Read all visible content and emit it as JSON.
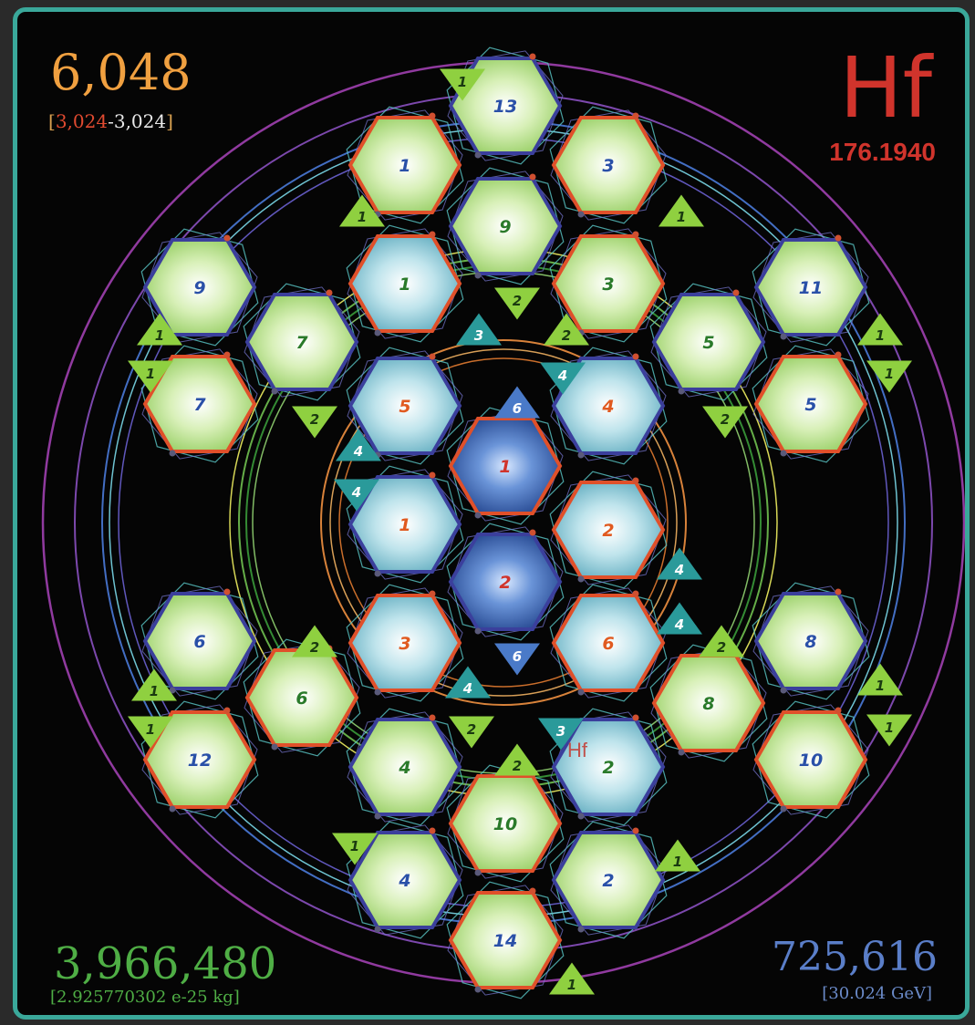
{
  "header": {
    "total_count": "6,048",
    "split_left": "3,024",
    "split_sep": "-",
    "split_right": "3,024",
    "split_open": "[",
    "split_close": "]",
    "element_symbol": "Hf",
    "atomic_mass": "176.1940"
  },
  "footer": {
    "left_count": "3,966,480",
    "left_mass": "[2.925770302 e-25 kg]",
    "right_count": "725,616",
    "right_energy": "[30.024 GeV]"
  },
  "center_tag": "Hf",
  "colors": {
    "frame": "#3aa89a",
    "background": "#050505",
    "green_cell": "#9fd36a",
    "cyan_cell": "#6fb8c8",
    "blue_cell": "#2e5ea8",
    "red_outline": "#e0502a",
    "purple_outline": "#3b3f9c",
    "label_blue": "#2a50a8",
    "label_green": "#2a7a2a",
    "label_red": "#d0342c",
    "label_orange": "#e05a20"
  },
  "hexagons": [
    {
      "label": "13",
      "fill": "green",
      "outline": "purple",
      "text": "blue"
    },
    {
      "label": "1",
      "fill": "green",
      "outline": "red",
      "text": "blue"
    },
    {
      "label": "3",
      "fill": "green",
      "outline": "red",
      "text": "blue"
    },
    {
      "label": "9",
      "fill": "green",
      "outline": "purple",
      "text": "green"
    },
    {
      "label": "9",
      "fill": "green",
      "outline": "purple",
      "text": "blue"
    },
    {
      "label": "1",
      "fill": "cyan",
      "outline": "red",
      "text": "green"
    },
    {
      "label": "3",
      "fill": "green",
      "outline": "red",
      "text": "green"
    },
    {
      "label": "11",
      "fill": "green",
      "outline": "purple",
      "text": "blue"
    },
    {
      "label": "7",
      "fill": "green",
      "outline": "purple",
      "text": "green"
    },
    {
      "label": "5",
      "fill": "green",
      "outline": "purple",
      "text": "green"
    },
    {
      "label": "7",
      "fill": "green",
      "outline": "red",
      "text": "blue"
    },
    {
      "label": "5",
      "fill": "cyan",
      "outline": "purple",
      "text": "orange"
    },
    {
      "label": "4",
      "fill": "cyan",
      "outline": "purple",
      "text": "orange"
    },
    {
      "label": "5",
      "fill": "green",
      "outline": "red",
      "text": "blue"
    },
    {
      "label": "1",
      "fill": "blue",
      "outline": "red",
      "text": "red"
    },
    {
      "label": "1",
      "fill": "cyan",
      "outline": "purple",
      "text": "orange"
    },
    {
      "label": "2",
      "fill": "cyan",
      "outline": "red",
      "text": "orange"
    },
    {
      "label": "2",
      "fill": "blue",
      "outline": "purple",
      "text": "red"
    },
    {
      "label": "6",
      "fill": "green",
      "outline": "purple",
      "text": "blue"
    },
    {
      "label": "3",
      "fill": "cyan",
      "outline": "red",
      "text": "orange"
    },
    {
      "label": "6",
      "fill": "cyan",
      "outline": "red",
      "text": "orange"
    },
    {
      "label": "8",
      "fill": "green",
      "outline": "purple",
      "text": "blue"
    },
    {
      "label": "6",
      "fill": "green",
      "outline": "red",
      "text": "green"
    },
    {
      "label": "8",
      "fill": "green",
      "outline": "red",
      "text": "green"
    },
    {
      "label": "12",
      "fill": "green",
      "outline": "red",
      "text": "blue"
    },
    {
      "label": "4",
      "fill": "green",
      "outline": "purple",
      "text": "green"
    },
    {
      "label": "2",
      "fill": "cyan",
      "outline": "purple",
      "text": "green"
    },
    {
      "label": "10",
      "fill": "green",
      "outline": "red",
      "text": "blue"
    },
    {
      "label": "10",
      "fill": "green",
      "outline": "red",
      "text": "green"
    },
    {
      "label": "4",
      "fill": "green",
      "outline": "purple",
      "text": "blue"
    },
    {
      "label": "2",
      "fill": "green",
      "outline": "purple",
      "text": "blue"
    },
    {
      "label": "14",
      "fill": "green",
      "outline": "red",
      "text": "blue"
    }
  ],
  "triangles": [
    {
      "label": "1",
      "color": "green",
      "dir": "down"
    },
    {
      "label": "1",
      "color": "green",
      "dir": "up"
    },
    {
      "label": "1",
      "color": "green",
      "dir": "up"
    },
    {
      "label": "2",
      "color": "green",
      "dir": "down"
    },
    {
      "label": "3",
      "color": "teal",
      "dir": "up"
    },
    {
      "label": "2",
      "color": "green",
      "dir": "up"
    },
    {
      "label": "1",
      "color": "green",
      "dir": "up"
    },
    {
      "label": "1",
      "color": "green",
      "dir": "up"
    },
    {
      "label": "1",
      "color": "green",
      "dir": "down"
    },
    {
      "label": "1",
      "color": "green",
      "dir": "down"
    },
    {
      "label": "4",
      "color": "teal",
      "dir": "down"
    },
    {
      "label": "6",
      "color": "blue",
      "dir": "up"
    },
    {
      "label": "2",
      "color": "green",
      "dir": "down"
    },
    {
      "label": "2",
      "color": "green",
      "dir": "down"
    },
    {
      "label": "4",
      "color": "teal",
      "dir": "up"
    },
    {
      "label": "4",
      "color": "teal",
      "dir": "down"
    },
    {
      "label": "4",
      "color": "teal",
      "dir": "up"
    },
    {
      "label": "4",
      "color": "teal",
      "dir": "up"
    },
    {
      "label": "2",
      "color": "green",
      "dir": "up"
    },
    {
      "label": "2",
      "color": "green",
      "dir": "up"
    },
    {
      "label": "1",
      "color": "green",
      "dir": "up"
    },
    {
      "label": "1",
      "color": "green",
      "dir": "up"
    },
    {
      "label": "4",
      "color": "teal",
      "dir": "up"
    },
    {
      "label": "6",
      "color": "blue",
      "dir": "down"
    },
    {
      "label": "1",
      "color": "green",
      "dir": "down"
    },
    {
      "label": "1",
      "color": "green",
      "dir": "down"
    },
    {
      "label": "2",
      "color": "green",
      "dir": "down"
    },
    {
      "label": "2",
      "color": "green",
      "dir": "up"
    },
    {
      "label": "3",
      "color": "teal",
      "dir": "down"
    },
    {
      "label": "1",
      "color": "green",
      "dir": "down"
    },
    {
      "label": "1",
      "color": "green",
      "dir": "up"
    },
    {
      "label": "1",
      "color": "green",
      "dir": "up"
    }
  ]
}
